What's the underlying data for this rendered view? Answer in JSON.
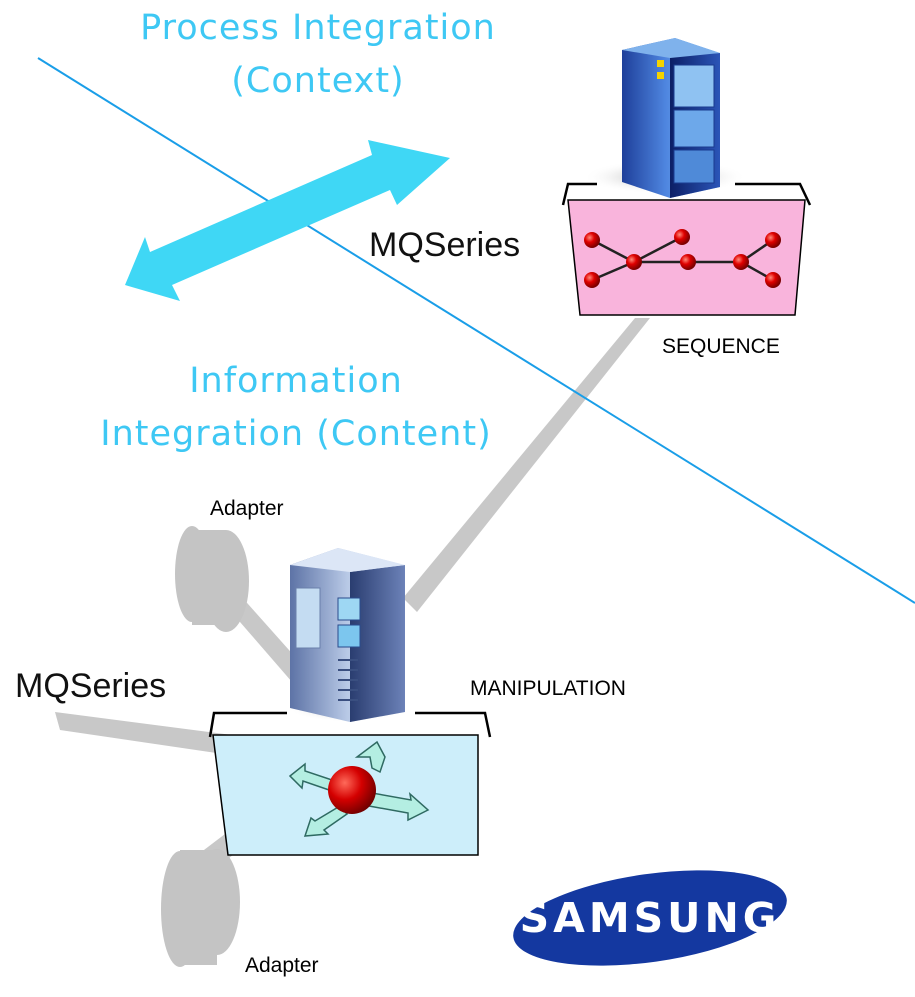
{
  "titles": {
    "process_line1": "Process Integration",
    "process_line2": "(Context)",
    "info_line1": "Information",
    "info_line2": "Integration (Content)"
  },
  "labels": {
    "mqseries_top": "MQSeries",
    "sequence": "SEQUENCE",
    "adapter_top": "Adapter",
    "mqseries_left": "MQSeries",
    "manipulation": "MANIPULATION",
    "adapter_bottom": "Adapter"
  },
  "logo": {
    "text": "SAMSUNG"
  },
  "colors": {
    "title_cyan": "#3ec8f4",
    "divider": "#1a9ee8",
    "arrow": "#3fd7f5",
    "sequence_box": "#f9b4dc",
    "manipulation_box": "#cdeefa",
    "connector_gray": "#c8c8c8",
    "node_red": "#e00000",
    "logo_blue": "#1438a0"
  },
  "icons": [
    "server-tower-blue-icon",
    "server-tower-steel-icon",
    "double-arrow-icon",
    "network-nodes-icon",
    "hub-arrows-icon",
    "adapter-disc-icon"
  ]
}
